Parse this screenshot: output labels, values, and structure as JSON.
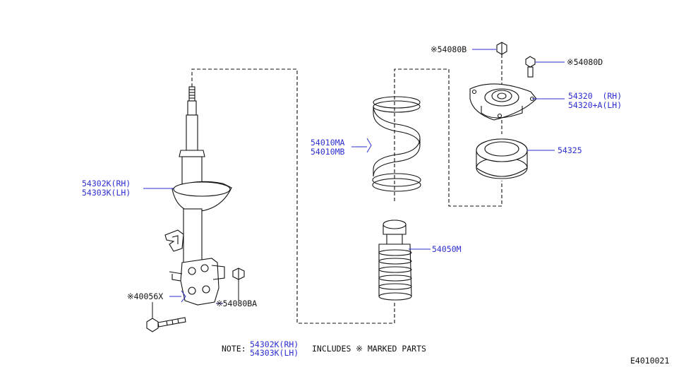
{
  "diagram": {
    "callouts": {
      "strut_rh": "54302K(RH)",
      "strut_lh": "54303K(LH)",
      "bolt_40056x": "※40056X",
      "nut_54080ba": "※54080BA",
      "spring_ma": "54010MA",
      "spring_mb": "54010MB",
      "bound_bumper": "54050M",
      "nut_54080b": "※54080B",
      "bolt_54080d": "※54080D",
      "mount_rh": "54320  (RH)",
      "mount_lh": "54320+A(LH)",
      "bearing": "54325"
    },
    "note": {
      "prefix": "NOTE:",
      "part_rh": "54302K(RH)",
      "part_lh": "54303K(LH)",
      "suffix": "INCLUDES ※ MARKED PARTS"
    },
    "figure_code": "E4010021",
    "colors": {
      "label": "#2d2dd0",
      "line": "#111111",
      "background": "#ffffff"
    }
  }
}
